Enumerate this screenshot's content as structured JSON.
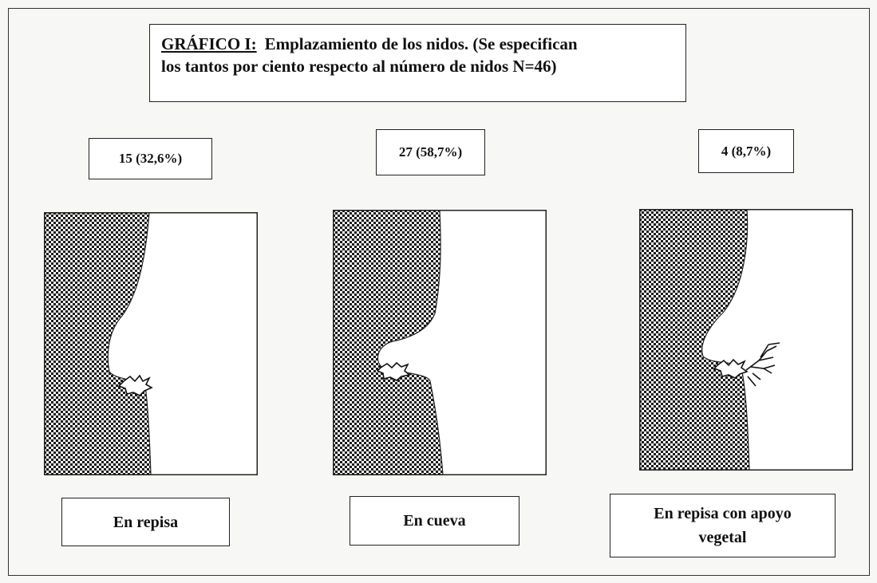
{
  "title": {
    "lead": "GRÁFICO I:",
    "line1": "Emplazamiento de los nidos. (Se especifican",
    "line2": "los tantos por ciento respecto al número de nidos N=46)"
  },
  "panels": [
    {
      "count": "15 (32,6%)",
      "label": "En repisa",
      "nest": "nest-icon"
    },
    {
      "count": "27 (58,7%)",
      "label": "En cueva",
      "nest": "nest-icon"
    },
    {
      "count": "4 (8,7%)",
      "label": "En repisa con apoyo vegetal",
      "nest": "nest-with-plant-icon"
    }
  ],
  "colors": {
    "rock_dark": "#1a1a1a",
    "rock_light": "#ffffff",
    "border": "#222222"
  }
}
